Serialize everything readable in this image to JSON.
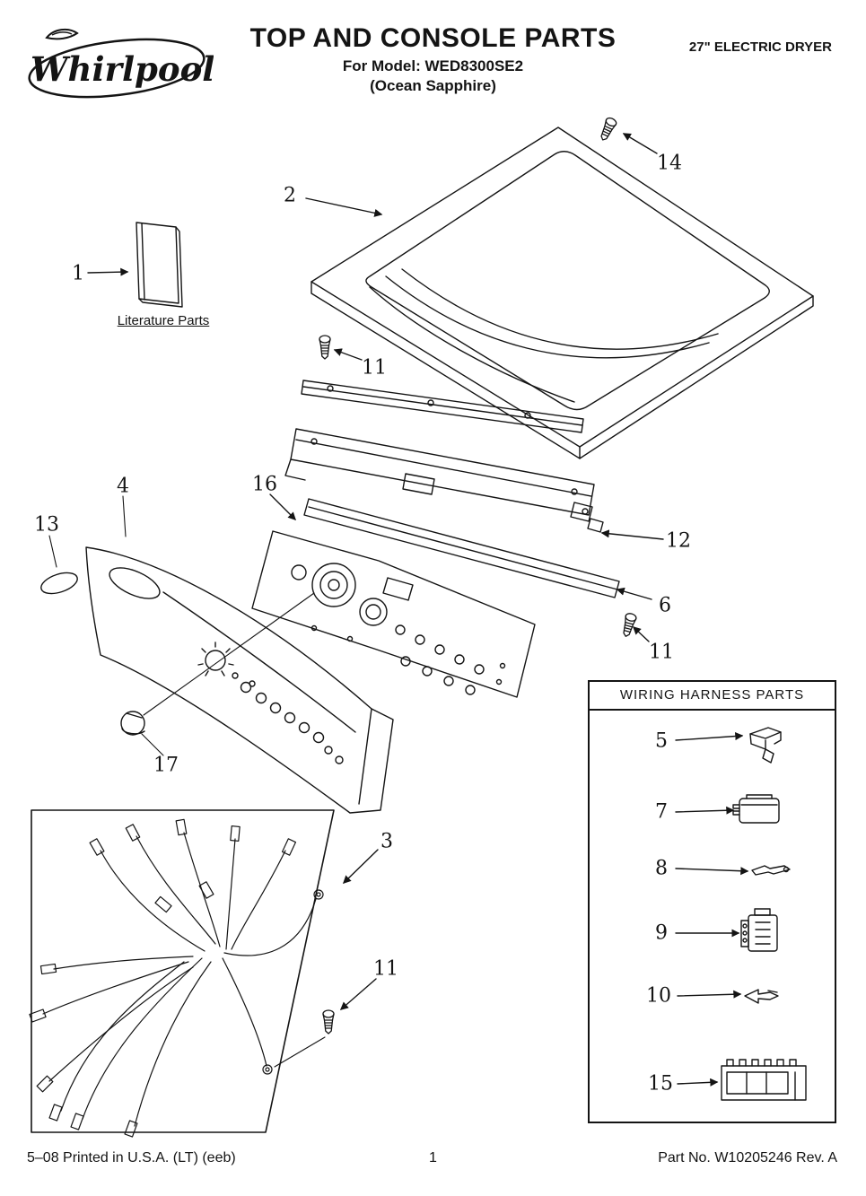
{
  "header": {
    "brand": "Whirlpool",
    "title": "TOP AND CONSOLE PARTS",
    "model_line": "For Model: WED8300SE2",
    "finish_line": "(Ocean Sapphire)",
    "product_type": "27\" ELECTRIC DRYER"
  },
  "diagram": {
    "literature_label": "Literature Parts",
    "callouts": {
      "c1": "1",
      "c2": "2",
      "c3": "3",
      "c4": "4",
      "c6": "6",
      "c11a": "11",
      "c11b": "11",
      "c11c": "11",
      "c12": "12",
      "c13": "13",
      "c14": "14",
      "c16": "16",
      "c17": "17"
    }
  },
  "wiring_box": {
    "title": "WIRING HARNESS PARTS",
    "items": [
      {
        "label": "5",
        "icon": "wire-clip-icon"
      },
      {
        "label": "7",
        "icon": "connector-block-icon"
      },
      {
        "label": "8",
        "icon": "crimp-terminal-icon"
      },
      {
        "label": "9",
        "icon": "connector-plug-icon"
      },
      {
        "label": "10",
        "icon": "spade-terminal-icon"
      },
      {
        "label": "15",
        "icon": "harness-connector-icon"
      }
    ]
  },
  "footer": {
    "left": "5–08 Printed in U.S.A. (LT) (eeb)",
    "page": "1",
    "right": "Part No. W10205246 Rev. A"
  }
}
